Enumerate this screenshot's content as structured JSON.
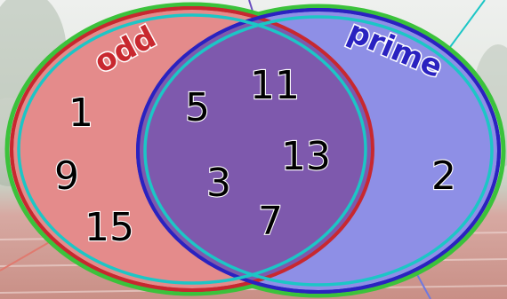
{
  "sets": {
    "odd": {
      "label": "odd",
      "fill": "#e48b8b",
      "stroke": "#c8282f",
      "label_color": "#c8282f"
    },
    "prime": {
      "label": "prime",
      "fill": "#8e8fe6",
      "stroke": "#2a22c0",
      "label_color": "#2a22c0"
    },
    "overlap_fill": "#7e59ad",
    "outline_green": "#3bc23b",
    "outline_cyan": "#1cc6c6"
  },
  "regions": {
    "odd_only": [
      "1",
      "9",
      "15"
    ],
    "both": [
      "5",
      "11",
      "13",
      "3",
      "7"
    ],
    "prime_only": [
      "2"
    ]
  }
}
